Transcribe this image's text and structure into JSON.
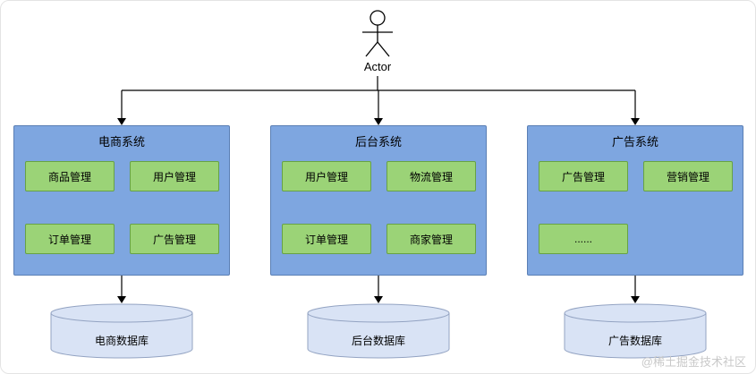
{
  "actor": {
    "label": "Actor"
  },
  "systems": [
    {
      "title": "电商系统",
      "modules": [
        "商品管理",
        "用户管理",
        "订单管理",
        "广告管理"
      ]
    },
    {
      "title": "后台系统",
      "modules": [
        "用户管理",
        "物流管理",
        "订单管理",
        "商家管理"
      ]
    },
    {
      "title": "广告系统",
      "modules": [
        "广告管理",
        "营销管理",
        "......"
      ]
    }
  ],
  "databases": [
    {
      "label": "电商数据库"
    },
    {
      "label": "后台数据库"
    },
    {
      "label": "广告数据库"
    }
  ],
  "watermark": "@稀土掘金技术社区",
  "colors": {
    "system_fill": "#7ea6e0",
    "system_border": "#5a7fb5",
    "module_fill": "#9bd377",
    "module_border": "#67a244",
    "database_fill": "#d9e3f5",
    "database_border": "#93a3c2",
    "line": "#000000",
    "watermark_text": "#c9c9c9"
  }
}
